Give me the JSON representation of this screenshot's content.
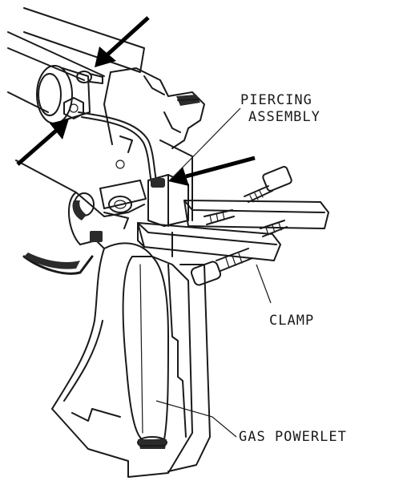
{
  "labels": {
    "piercing_line1": "PIERCING",
    "piercing_line2": "ASSEMBLY",
    "clamp": "CLAMP",
    "gas_powerlet": "GAS POWERLET"
  },
  "colors": {
    "ink": "#1a1a1a",
    "background": "#ffffff"
  }
}
